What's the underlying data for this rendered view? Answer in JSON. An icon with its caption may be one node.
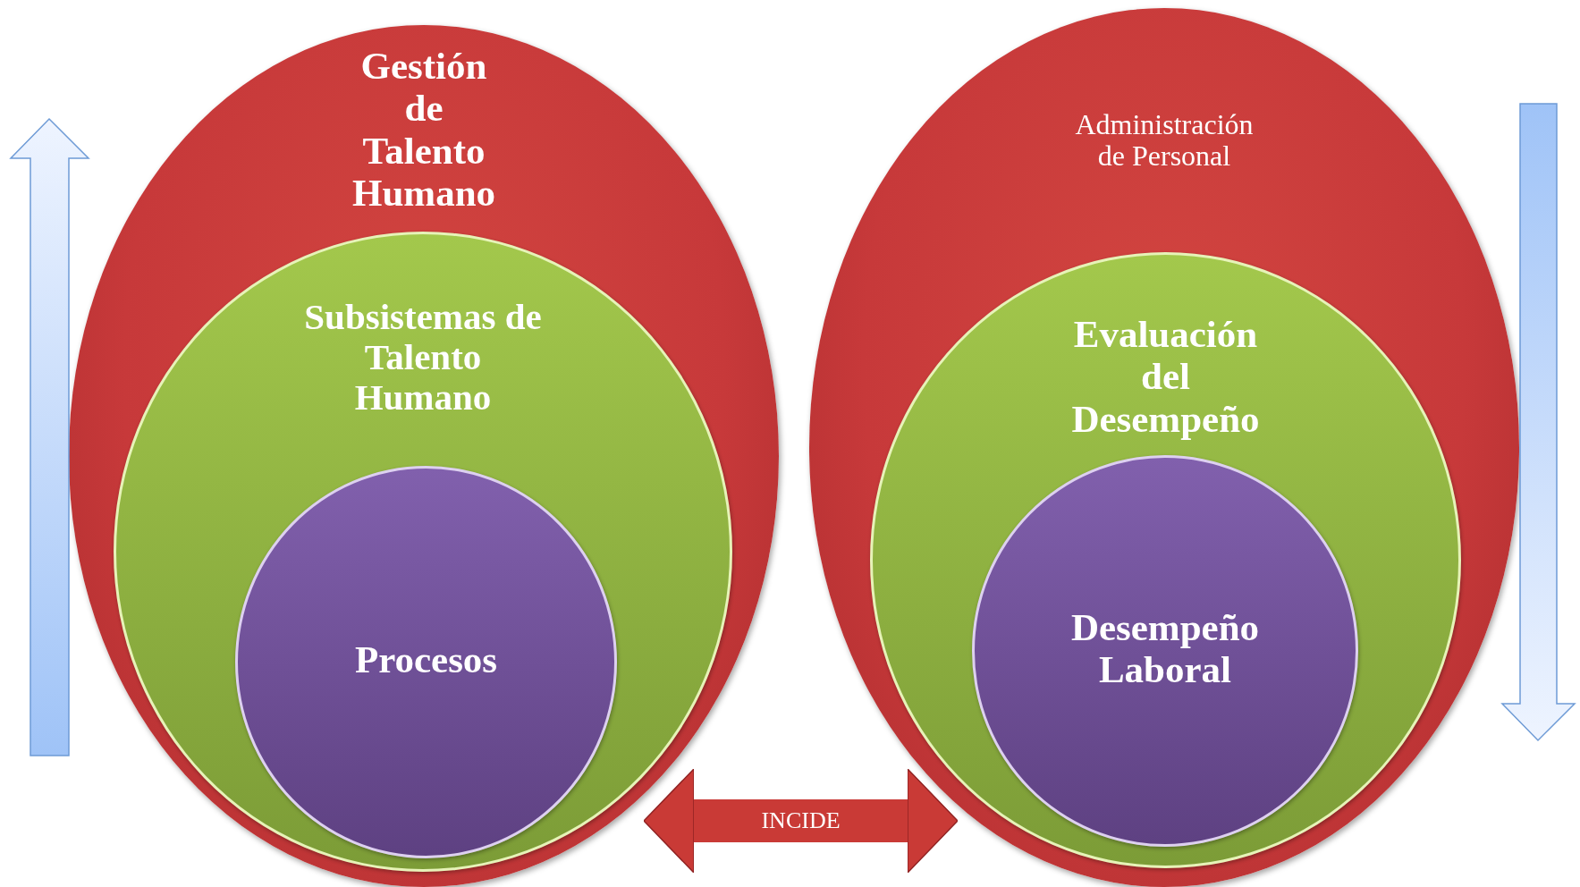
{
  "diagram": {
    "nodes": [
      {
        "text": [
          "Gestión de Talento Humano"
        ]
      },
      {
        "text": [
          "Subsistemas de Talento Humano"
        ],
        "in": 0
      },
      {
        "text": [
          "Procesos"
        ],
        "in": 1
      },
      {
        "text": [
          "Administración de Personal"
        ]
      },
      {
        "text": [
          "Evaluación del Desempeño"
        ],
        "in": 3
      },
      {
        "text": [
          "Desempeño Laboral"
        ],
        "in": 4
      }
    ],
    "edges": [
      {
        "from": 0,
        "to": 3,
        "arrow": "both",
        "label": "INCIDE"
      }
    ]
  }
}
